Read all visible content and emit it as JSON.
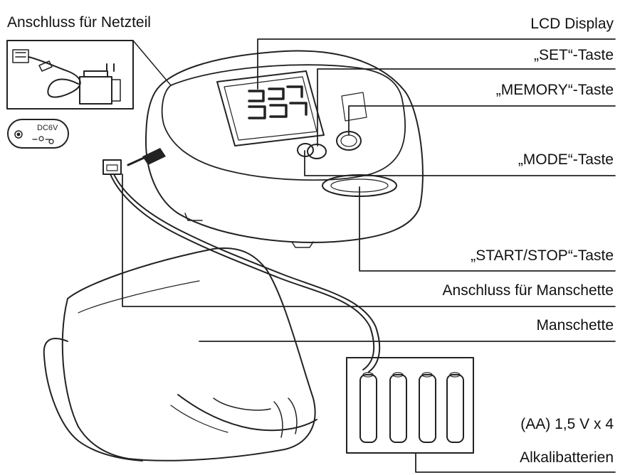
{
  "labels": {
    "power_port": "Anschluss für Netzteil",
    "lcd_display": "LCD Display",
    "set_key": "„SET“-Taste",
    "memory_key": "„MEMORY“-Taste",
    "mode_key": "„MODE“-Taste",
    "start_stop_key": "„START/STOP“-Taste",
    "cuff_port": "Anschluss für Manschette",
    "cuff": "Manschette",
    "battery_spec": "(AA) 1,5 V x 4",
    "battery_type": "Alkalibatterien"
  },
  "power_symbol": {
    "text": "DC6V"
  }
}
